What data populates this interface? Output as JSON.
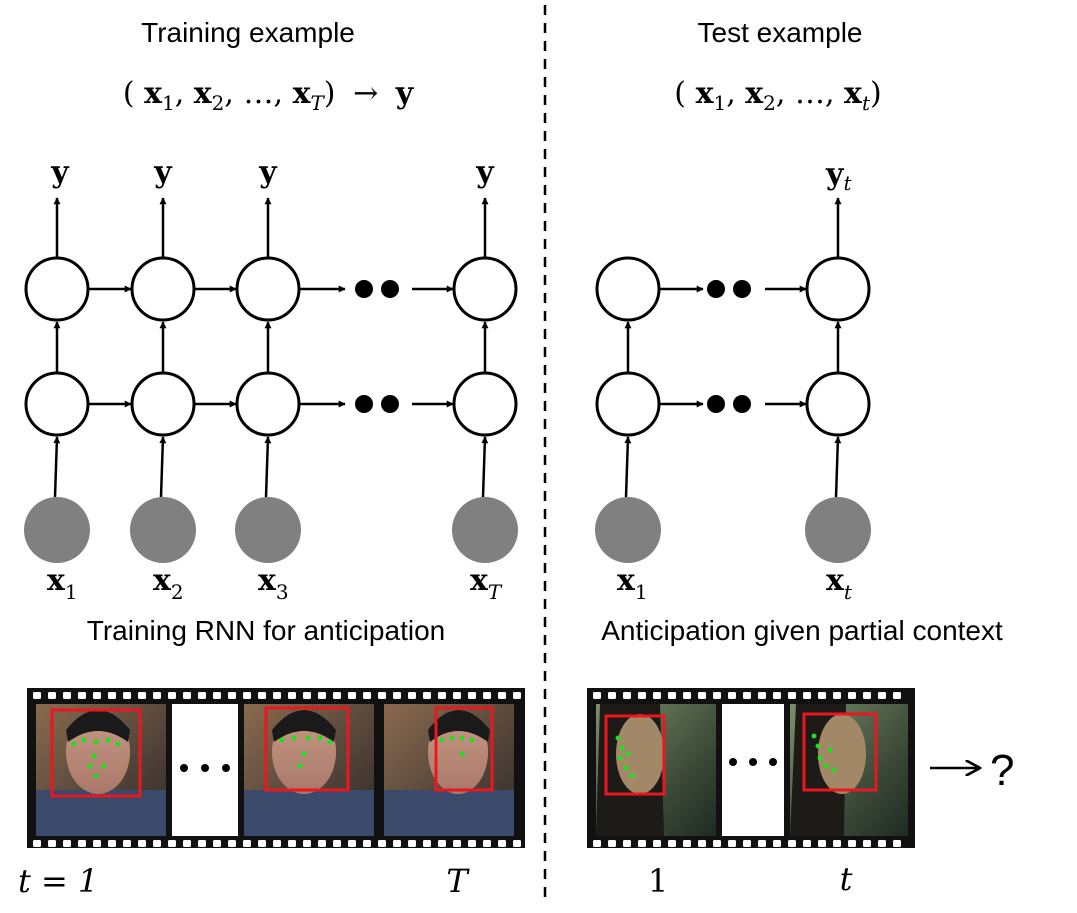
{
  "training": {
    "title": "Training example",
    "formula": {
      "open": "(",
      "items": [
        {
          "base": "x",
          "sub": "1"
        },
        {
          "base": "x",
          "sub": "2"
        },
        {
          "base": "…",
          "sub": ""
        },
        {
          "base": "x",
          "sub": "T"
        }
      ],
      "close": ")",
      "arrow": "→",
      "result": "y"
    },
    "outputs": [
      "y",
      "y",
      "y",
      "y"
    ],
    "inputs": [
      {
        "base": "x",
        "sub": "1"
      },
      {
        "base": "x",
        "sub": "2"
      },
      {
        "base": "x",
        "sub": "3"
      },
      {
        "base": "x",
        "sub": "T"
      }
    ],
    "caption": "Training RNN for anticipation",
    "timeline_start": "t = 1",
    "timeline_end": "T"
  },
  "test": {
    "title": "Test example",
    "formula": {
      "open": "(",
      "items": [
        {
          "base": "x",
          "sub": "1"
        },
        {
          "base": "x",
          "sub": "2"
        },
        {
          "base": "…",
          "sub": ""
        },
        {
          "base": "x",
          "sub": "t"
        }
      ],
      "close": ")"
    },
    "output": {
      "base": "y",
      "sub": "t"
    },
    "inputs": [
      {
        "base": "x",
        "sub": "1"
      },
      {
        "base": "x",
        "sub": "t"
      }
    ],
    "caption": "Anticipation given partial context",
    "query": "→ ?",
    "timeline_start": "1",
    "timeline_end": "t"
  },
  "colors": {
    "node_stroke": "#000000",
    "input_fill": "#808080",
    "bbox": "#e8181e",
    "film": "#111111",
    "landmarks": "#22dd22"
  }
}
